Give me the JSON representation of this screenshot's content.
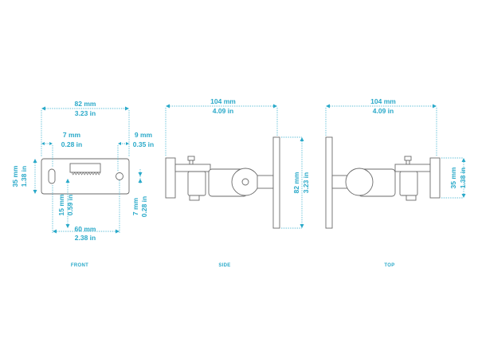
{
  "front": {
    "overall_width_mm": "82 mm",
    "overall_width_in": "3.23 in",
    "left_hole_offset_mm": "7 mm",
    "left_hole_offset_in": "0.28 in",
    "right_hole_offset_mm": "9 mm",
    "right_hole_offset_in": "0.35 in",
    "height_mm": "35 mm",
    "height_in": "1.38 in",
    "hole_vertical_mm": "15 mm",
    "hole_vertical_in": "0.59 in",
    "hole_right_mm": "7 mm",
    "hole_right_in": "0.28 in",
    "hole_spacing_mm": "60 mm",
    "hole_spacing_in": "2.38 in",
    "label": "FRONT"
  },
  "side": {
    "depth_mm": "104 mm",
    "depth_in": "4.09 in",
    "height_mm": "82 mm",
    "height_in": "3.23 in",
    "label": "SIDE"
  },
  "top": {
    "depth_mm": "104 mm",
    "depth_in": "4.09 in",
    "width_mm": "35 mm",
    "width_in": "1.38 in",
    "label": "TOP"
  }
}
